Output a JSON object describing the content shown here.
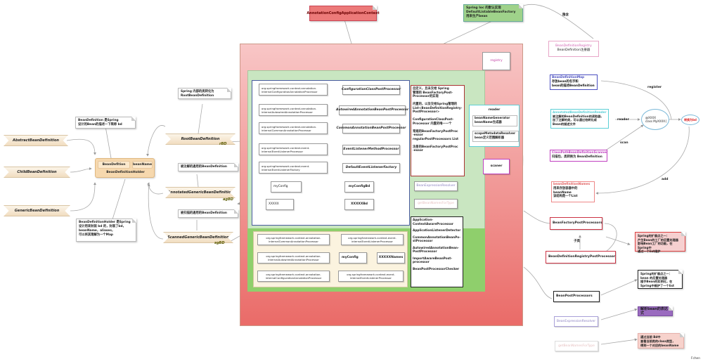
{
  "top": {
    "context_note": "AnnotationConfigApplicationContext",
    "factory_note": "Spring Ioc 的默认实现\nDefaultListableBeanFactory\n用来生产bean",
    "factory_arrow_label": "隐含"
  },
  "left": {
    "bd_note": "BeanDefinition 是Spring\n设计的Bean的描述一下简称 bd",
    "holder": {
      "bd_label": "BeanDefition",
      "name_label": "beanName",
      "title": "BeanDefinitionHolder"
    },
    "holder_note": "BeanDefinitionHolder 是Spring\n设计用来封装 bd 的，封装了bd，\nbeanName，aliases，\n可以将其理解为一个Map",
    "ribbons": [
      {
        "label": "AbstractBeanDefinition"
      },
      {
        "label": "ChildBeanDefinition"
      },
      {
        "label": "GenericBeanDefinition"
      }
    ]
  },
  "middle_left": {
    "root_note": "Spring 内部的类转化为\nRootBeanDefinition",
    "root_ribbon": "RootBeanDefinition",
    "root_tag": "rBD",
    "annotated_note": "被注解的通用的BeanDefinition",
    "annotated_ribbon": "AnnotatedGenericBeanDefinition",
    "annotated_tag": "agBD",
    "scanned_note": "被扫描的通用的BeanDefinition",
    "scanned_ribbon": "ScannedGenericBeanDefinition",
    "scanned_tag": "sgBD"
  },
  "context": {
    "registry_label": "registry",
    "bd_map_entries": [
      {
        "key": "org.springframework.context.annotation.\ninternalConfigurationAnnotationProcessor",
        "value": "ConfigurationClassPostProcessor"
      },
      {
        "key": "org.springframework.context.annotation.\ninternalAutowiredAnnotationProcessor",
        "value": "AutowiredAnnotationBeanPostProcessor"
      },
      {
        "key": "org.springframework.context.annotation.\ninternalCommonAnnotationProcessor",
        "value": "CommonAnnotationBeanPostProcessor"
      },
      {
        "key": "org.springframework.context.event.\ninternalEventListenerProcessor",
        "value": "EventListenerMethodProcessor"
      },
      {
        "key": "org.springframework.context.event.\ninternalEventListenerFactory",
        "value": "DefaultEventListenerFactory"
      },
      {
        "key": "myConfig",
        "value": "myConfigBd"
      },
      {
        "key": "XXXXX",
        "value": "XXXXXBd"
      }
    ],
    "bd_names": [
      "org.springframework.context.annotation.\ninternalCommonAnnotationProcessor",
      "org.springframework.context.event.\ninternalEventListenerProcessor",
      "org.springframework.context.annotation.\ninternalAutowiredAnnotationProcessor",
      "myConfig",
      "XXXXXNames",
      "org.springframework.context.annotation.\ninternalConfigurationAnnotationProcessor",
      "org.springframework.context.event.\ninternalEventListenerProcessor"
    ],
    "bfpp_note": "自定义，且未交给 Spring\n管理的 BeanFactoryPost-\nProcessor的实现\n\n内置的，以及交给Spring管理的\nList<BeanDefinitionRegistry-\n    PostProcessor>\n\nConfigurationClassPost-\nProcessor 内置的唯一一个\n\n常规的BeanFactoryPostProc\n-essor\n  regularPostProcessors List\n\n注册的BeanFactoryPostProc\n-essor",
    "reader": {
      "title": "reader",
      "items": [
        "beanNameGenerator\nbeanName生成器",
        "scopeMetadataResolver\nbean定义范围解析器"
      ]
    },
    "scanner_label": "scaner",
    "expression_resolver": "BeanExpressionResolver",
    "get_bean_names": "getBeanNamesForType",
    "bpp_list": [
      "Application-\nContextAwareProcessor",
      "ApplicationListenerDetector",
      "CommonAnnotationBeanPo-\nstProcessor",
      "AutowiredAnnotationBean-\nPostProcessor",
      "ImportAwareBeanPost-\nprocessor",
      "BeanPostProcessorChecker"
    ]
  },
  "right": {
    "registry_title": "BeanDefinitionRegistry",
    "registry_desc": "BeanDefinition注册器",
    "map_title": "BeanDefinitionMap",
    "map_desc": "存放bean的名字和\nbean的描述BeanDefinition",
    "register_label": "register",
    "reader_title": "AnnotatedBeanDefinitionReader",
    "reader_desc": "被注解的BeanDefinition的读取器,\n加了注解的类，可以通过他转化成\nBean的描述文件",
    "reader_label": "reader",
    "scanner_title": "ClassPathBeanDefinitionScanner",
    "scanner_desc": "扫描包，类转换为 BeanDefinition",
    "scan_label": "scan",
    "class_ellipse": "@XXXX\nclass MyXXXX{",
    "convert_label": "转换为bd",
    "add_label": "add",
    "names_title": "beanDefinitionNames",
    "names_desc": "用来存放容器中的\nbeanName\n该结构是一个List",
    "bfpp": "BeanFactoryPostProcessors",
    "subclass_label": "子类",
    "bdrpp": "BeanDefinitionRegistryPostProcessor",
    "bfpp_note": "Spring的扩展点之一：\n  产生Bean的工厂的后置处理器\n影响Bean工厂的功能，在Spring中\n通过一个list维护",
    "bpp": "BeanPostProcessors",
    "bpp_note": "Spring的扩展点之一：\n  bean 的后置处理器\n插手Bean的实例化，在\nSpring中维护了一个list",
    "expr_resolver": "BeanExpressionResolver",
    "expr_note": "解析bean的表达式",
    "get_names": "getBeanNamesForType",
    "get_names_note": "通过当前 Bd中\n查看当前类的class类型，\n得到一个对应的beanName",
    "author": "Fchen"
  },
  "colors": {
    "context_red": "#ea6b68",
    "context_pink": "#f8c6c6",
    "green_panel": "#c9e6c1",
    "green_dark": "#8fcf6c",
    "blue_border": "#4a5ba0",
    "magenta": "#c040c0",
    "cyan": "#5ccfd6"
  }
}
